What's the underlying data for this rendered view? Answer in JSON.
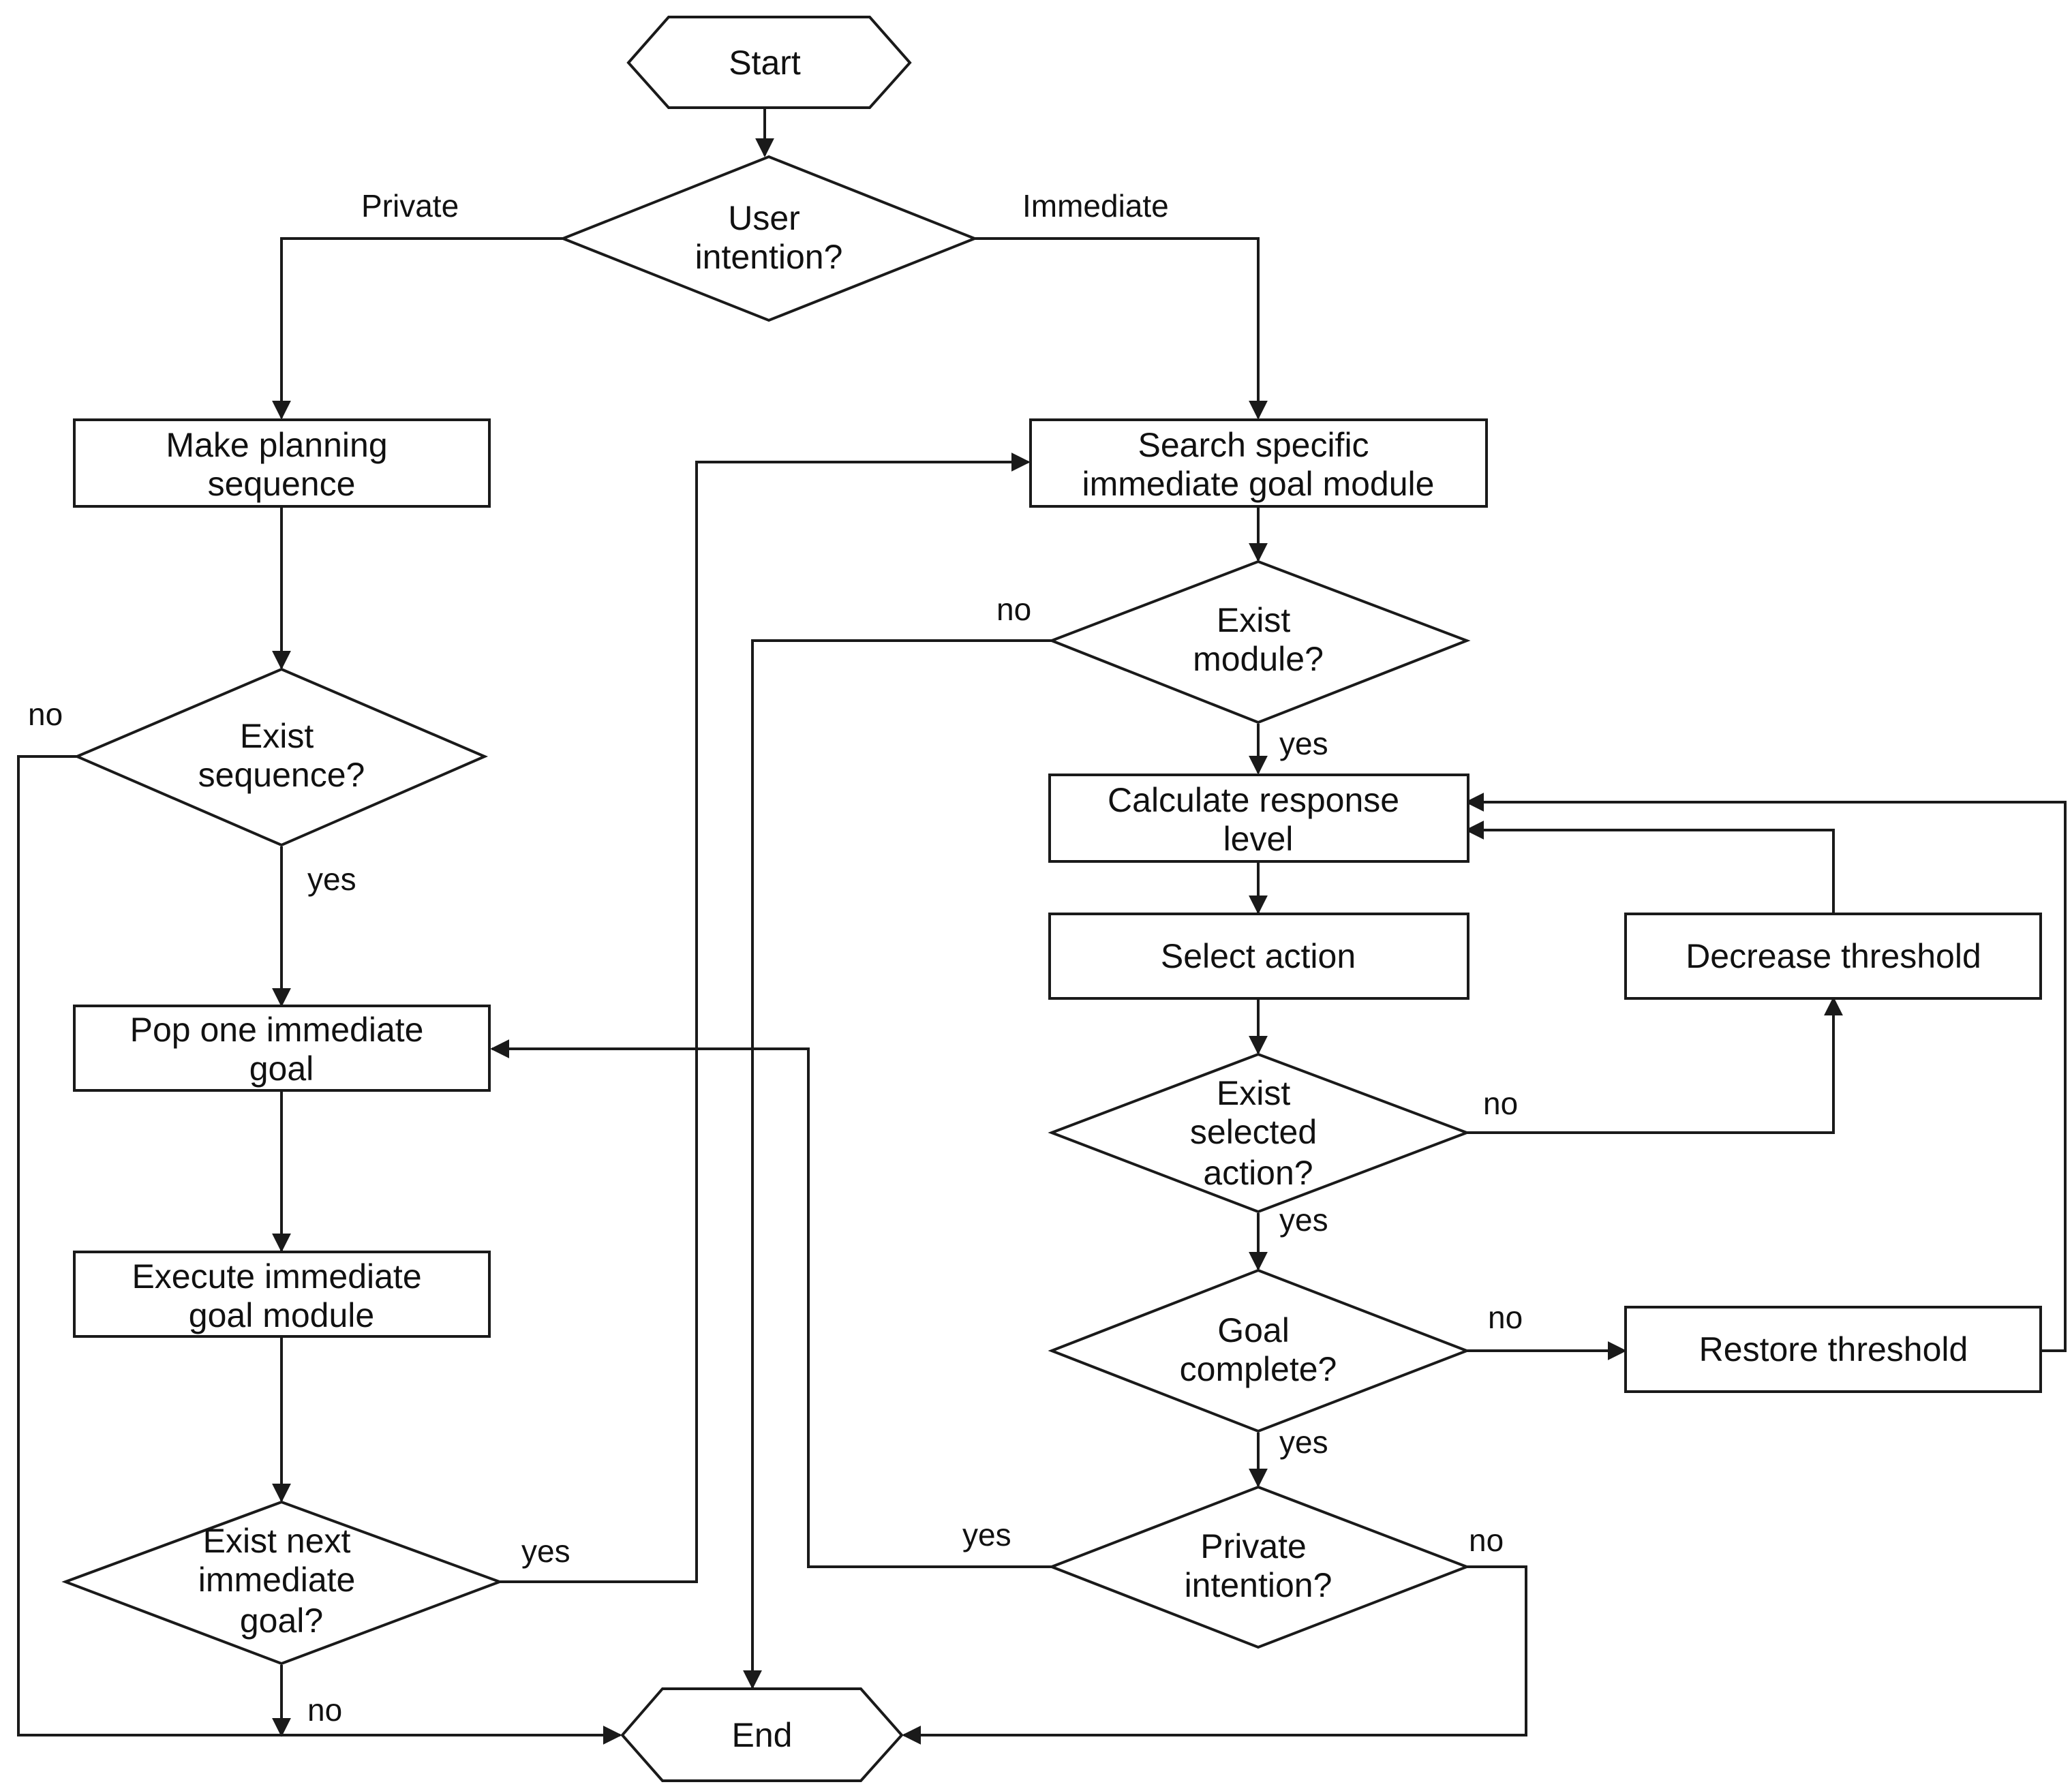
{
  "nodes": {
    "start": "Start",
    "user_intention": [
      "User",
      "intention?"
    ],
    "make_planning": [
      "Make planning",
      "sequence"
    ],
    "search_module": [
      "Search specific",
      "immediate goal module"
    ],
    "exist_module": [
      "Exist",
      "module?"
    ],
    "exist_sequence": [
      "Exist",
      "sequence?"
    ],
    "calculate_response": [
      "Calculate response",
      "level"
    ],
    "select_action": "Select action",
    "decrease_threshold": "Decrease threshold",
    "pop_goal": [
      "Pop one immediate",
      "goal"
    ],
    "exist_selected_action": [
      "Exist",
      "selected",
      "action?"
    ],
    "execute_module": [
      "Execute immediate",
      "goal module"
    ],
    "goal_complete": [
      "Goal",
      "complete?"
    ],
    "restore_threshold": "Restore threshold",
    "exist_next_goal": [
      "Exist next",
      "immediate",
      "goal?"
    ],
    "private_intention": [
      "Private",
      "intention?"
    ],
    "end": "End"
  },
  "edge_labels": {
    "private": "Private",
    "immediate": "Immediate",
    "module_no": "no",
    "module_yes": "yes",
    "sequence_no": "no",
    "sequence_yes": "yes",
    "selected_no": "no",
    "selected_yes": "yes",
    "complete_no": "no",
    "complete_yes": "yes",
    "next_yes": "yes",
    "next_no": "no",
    "private_yes": "yes",
    "private_no": "no"
  }
}
